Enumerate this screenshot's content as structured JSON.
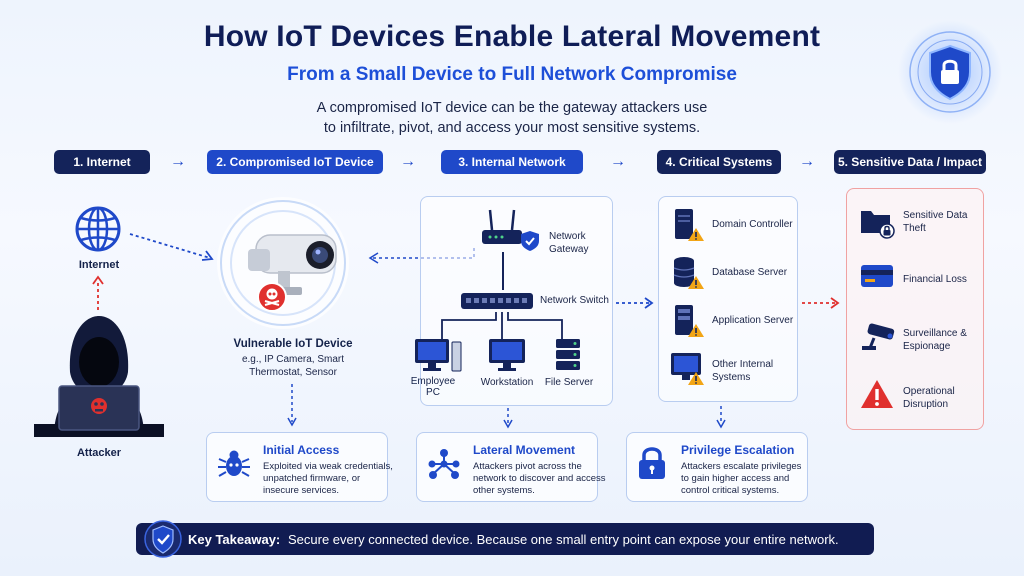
{
  "header": {
    "title": "How IoT Devices Enable Lateral Movement",
    "subtitle": "From a Small Device to Full Network Compromise",
    "intro_line1": "A compromised IoT device can be the gateway attackers use",
    "intro_line2": "to infiltrate, pivot, and access your most sensitive systems."
  },
  "steps": [
    {
      "label": "1. Internet"
    },
    {
      "label": "2. Compromised IoT Device"
    },
    {
      "label": "3. Internal Network"
    },
    {
      "label": "4. Critical Systems"
    },
    {
      "label": "5. Sensitive Data / Impact"
    }
  ],
  "left": {
    "internet_label": "Internet",
    "attacker_label": "Attacker"
  },
  "iot": {
    "title": "Vulnerable IoT Device",
    "line1": "e.g., IP Camera, Smart",
    "line2": "Thermostat, Sensor"
  },
  "network": {
    "gateway_l1": "Network",
    "gateway_l2": "Gateway",
    "switch": "Network Switch",
    "employee_l1": "Employee",
    "employee_l2": "PC",
    "workstation": "Workstation",
    "file_server": "File Server"
  },
  "critical": {
    "domain": "Domain Controller",
    "database": "Database Server",
    "application": "Application Server",
    "other_l1": "Other Internal",
    "other_l2": "Systems"
  },
  "impact": {
    "data_l1": "Sensitive Data",
    "data_l2": "Theft",
    "financial": "Financial Loss",
    "surv_l1": "Surveillance &",
    "surv_l2": "Espionage",
    "ops_l1": "Operational",
    "ops_l2": "Disruption"
  },
  "info": {
    "initial": {
      "title": "Initial Access",
      "l1": "Exploited via weak credentials,",
      "l2": "unpatched firmware, or",
      "l3": "insecure services."
    },
    "lateral": {
      "title": "Lateral Movement",
      "l1": "Attackers pivot across the",
      "l2": "network to discover and access",
      "l3": "other systems."
    },
    "privilege": {
      "title": "Privilege Escalation",
      "l1": "Attackers escalate privileges",
      "l2": "to gain higher access and",
      "l3": "control critical systems."
    }
  },
  "takeaway": {
    "label": "Key Takeaway:",
    "text": "Secure every connected device. Because one small entry point can expose your entire network."
  },
  "colors": {
    "navy": "#14235a",
    "blue": "#1f49c9",
    "red": "#e0302e",
    "warning": "#f2a516"
  },
  "icons": [
    "shield-lock-icon",
    "globe-icon",
    "hacker-icon",
    "camera-icon",
    "skull-icon",
    "router-icon",
    "switch-icon",
    "monitor-icon",
    "server-icon",
    "database-icon",
    "folder-lock-icon",
    "credit-card-icon",
    "cctv-icon",
    "alert-icon",
    "bug-icon",
    "network-nodes-icon",
    "padlock-icon",
    "shield-check-icon"
  ]
}
